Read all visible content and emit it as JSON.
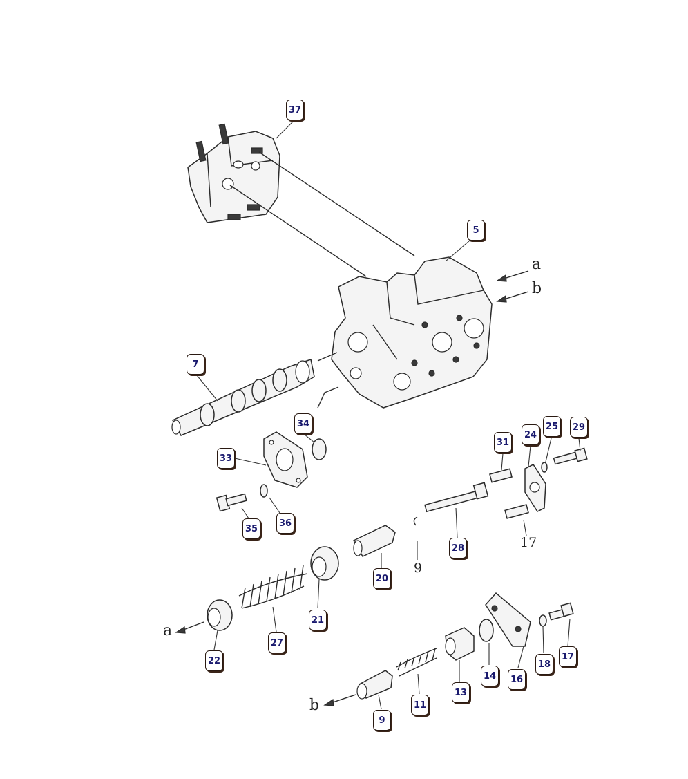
{
  "callouts": [
    {
      "id": "37",
      "text": "37"
    },
    {
      "id": "5",
      "text": "5"
    },
    {
      "id": "7",
      "text": "7"
    },
    {
      "id": "34",
      "text": "34"
    },
    {
      "id": "33",
      "text": "33"
    },
    {
      "id": "35",
      "text": "35"
    },
    {
      "id": "36",
      "text": "36"
    },
    {
      "id": "31",
      "text": "31"
    },
    {
      "id": "24",
      "text": "24"
    },
    {
      "id": "25",
      "text": "25"
    },
    {
      "id": "29",
      "text": "29"
    },
    {
      "id": "28",
      "text": "28"
    },
    {
      "id": "20",
      "text": "20"
    },
    {
      "id": "21",
      "text": "21"
    },
    {
      "id": "27",
      "text": "27"
    },
    {
      "id": "22",
      "text": "22"
    },
    {
      "id": "14",
      "text": "14"
    },
    {
      "id": "16",
      "text": "16"
    },
    {
      "id": "18",
      "text": "18"
    },
    {
      "id": "17",
      "text": "17"
    },
    {
      "id": "13",
      "text": "13"
    },
    {
      "id": "11",
      "text": "11"
    },
    {
      "id": "9",
      "text": "9"
    }
  ],
  "plain_labels": {
    "a_top": "a",
    "b_top": "b",
    "a_bottom": "a",
    "b_bottom": "b",
    "nine_plain": "9",
    "seventeen_plain": "17"
  }
}
